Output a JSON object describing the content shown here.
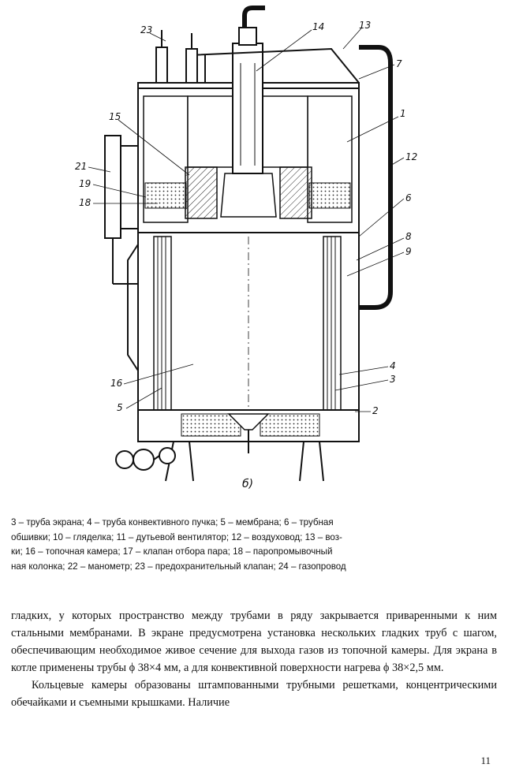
{
  "figure": {
    "label": "б)",
    "callouts": [
      "23",
      "14",
      "13",
      "7",
      "15",
      "1",
      "12",
      "21",
      "19",
      "18",
      "6",
      "8",
      "9",
      "4",
      "3",
      "16",
      "5",
      "2"
    ]
  },
  "caption": {
    "lines": [
      "3 – труба экрана; 4 – труба конвективного пучка; 5 – мембрана; 6 – трубная",
      "обшивки; 10 – гляделка; 11 – дутьевой вентилятор; 12 – воздуховод; 13 – воз-",
      "ки; 16 – топочная камера; 17 – клапан отбора пара; 18 – паропромывочный",
      "ная колонка; 22 – манометр; 23 – предохранительный клапан; 24 – газопровод"
    ]
  },
  "body": {
    "paragraph1": "гладких, у которых пространство между трубами в ряду закрывается приваренными к ним стальными мембранами. В экране предусмотрена установка нескольких гладких труб с шагом, обеспечивающим необходимое живое сечение для выхода газов из топочной камеры. Для экрана в котле применены трубы ϕ 38×4 мм, а для конвективной поверхности нагрева ϕ 38×2,5 мм.",
    "paragraph2": "Кольцевые камеры образованы штампованными трубными решетками, концентрическими обечайками и съемными крышками. Наличие"
  },
  "page_number": "11"
}
